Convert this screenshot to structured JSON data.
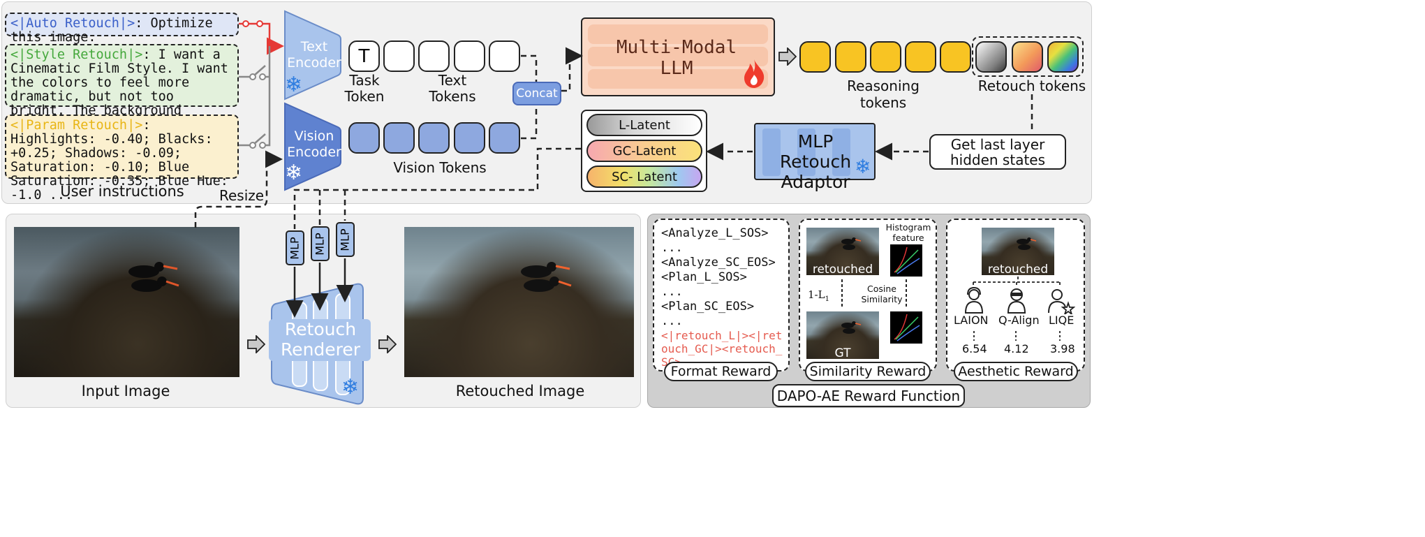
{
  "instructions": {
    "auto": {
      "tag": "<|Auto Retouch|>",
      "text": ": Optimize this image."
    },
    "style": {
      "tag": "<|Style Retouch|>",
      "text": ": I want a Cinematic Film Style. I want the colors to feel more dramatic, but not too bright. The background  should be darker ..."
    },
    "param": {
      "tag": "<|Param Retouch|>",
      "text": ": Highlights: -0.40; Blacks: +0.25; Shadows: -0.09; Saturation: -0.10; Blue Saturation: -0.35; Blue Hue: -1.0 ..."
    },
    "caption": "User instructions"
  },
  "encoders": {
    "text": "Text Encoder",
    "vision": "Vision Encoder"
  },
  "tokens": {
    "task_letter": "T",
    "task_label": "Task Token",
    "text_label": "Text Tokens",
    "vision_label": "Vision Tokens",
    "reasoning_label": "Reasoning tokens",
    "retouch_label": "Retouch tokens"
  },
  "concat": "Concat",
  "llm": "Multi-Modal LLM",
  "latents": [
    "L-Latent",
    "GC-Latent",
    "SC- Latent"
  ],
  "adaptor": "MLP Retouch Adaptor",
  "hidden_states": "Get last layer hidden states",
  "resize": "Resize",
  "mlp": [
    "MLP",
    "MLP",
    "MLP"
  ],
  "renderer": "Retouch Renderer",
  "images": {
    "input": "Input Image",
    "output": "Retouched Image"
  },
  "format_reward": {
    "lines": [
      "<Analyze_L_SOS>",
      "...",
      "<Analyze_SC_EOS>",
      "<Plan_L_SOS>",
      "...",
      "<Plan_SC_EOS>",
      "..."
    ],
    "red_text": "<|retouch_L|><|retouch_GC|><retouch_SC>",
    "title": "Format Reward"
  },
  "similarity_reward": {
    "retouched": "retouched",
    "gt": "GT",
    "histogram": "Histogram feature",
    "cosine": "Cosine Similarity",
    "l1": "1-L",
    "l1_sub": "1",
    "title": "Similarity Reward"
  },
  "aesthetic_reward": {
    "retouched": "retouched",
    "models": [
      "LAION",
      "Q-Align",
      "LIQE"
    ],
    "scores": [
      "6.54",
      "4.12",
      "3.98"
    ],
    "title": "Aesthetic Reward"
  },
  "dapo": "DAPO-AE Reward Function",
  "colors": {
    "auto_tag": "#3a5fc9",
    "style_tag": "#45a83c",
    "param_tag": "#e8b515",
    "red": "#e53935",
    "encoder_text": "#a9c4ec",
    "encoder_vision": "#5f82d0",
    "reasoning": "#f8c423",
    "vision_token": "#8ea8df"
  }
}
